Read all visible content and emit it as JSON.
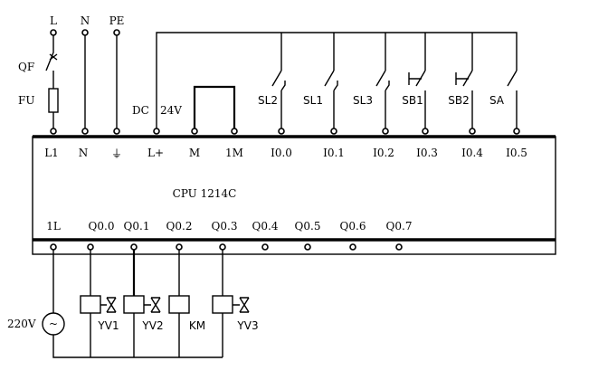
{
  "supply": {
    "labels": [
      "L",
      "N",
      "PE"
    ],
    "qf": "QF",
    "fu": "FU"
  },
  "dc_label": "DC",
  "dc_voltage": "24V",
  "plc": {
    "model": "CPU 1214C",
    "top_terminals": [
      "L1",
      "N",
      "⏚",
      "L+",
      "M",
      "1M",
      "I0.0",
      "I0.1",
      "I0.2",
      "I0.3",
      "I0.4",
      "I0.5"
    ],
    "bottom_terminals": [
      "1L",
      "Q0.0",
      "Q0.1",
      "Q0.2",
      "Q0.3",
      "Q0.4",
      "Q0.5",
      "Q0.6",
      "Q0.7"
    ]
  },
  "inputs": [
    "SL2",
    "SL1",
    "SL3",
    "SB1",
    "SB2",
    "SA"
  ],
  "outputs": [
    "YV1",
    "YV2",
    "KM",
    "YV3"
  ],
  "ac_source": {
    "voltage": "220V",
    "symbol": "~"
  }
}
